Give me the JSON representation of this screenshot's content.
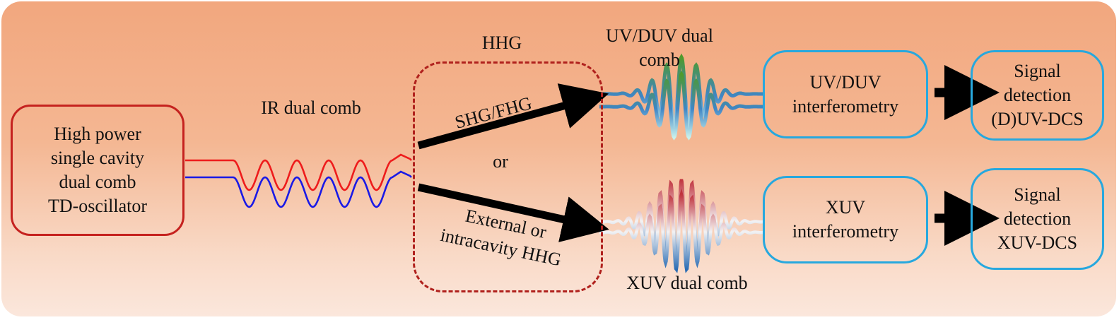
{
  "colors": {
    "background_top": "#f2a77e",
    "background_bottom": "#fbe7dc",
    "oscillator_border": "#c5221f",
    "hhg_border": "#b0211d",
    "detection_border": "#27a8de",
    "ir_comb_red": "#ee1c1c",
    "ir_comb_blue": "#1a1ae6",
    "uv_comb_green": "#4d8a2e",
    "uv_comb_blue": "#3f86c6",
    "xuv_comb_red": "#b8323f",
    "xuv_comb_blue": "#2f6fb5",
    "arrow": "#000000"
  },
  "source": {
    "label": "High power\nsingle cavity\ndual comb\nTD-oscillator"
  },
  "ir_comb": {
    "label": "IR dual comb"
  },
  "hhg": {
    "title": "HHG",
    "upper_path": "SHG/FHG",
    "separator": "or",
    "lower_path": "External or\nintracavity HHG"
  },
  "uv_comb": {
    "label": "UV/DUV dual\ncomb"
  },
  "xuv_comb": {
    "label": "XUV dual comb"
  },
  "uv_interferometry": {
    "label": "UV/DUV\ninterferometry"
  },
  "xuv_interferometry": {
    "label": "XUV\ninterferometry"
  },
  "uv_detection": {
    "label": "Signal\ndetection\n(D)UV-DCS"
  },
  "xuv_detection": {
    "label": "Signal\ndetection\nXUV-DCS"
  },
  "icons": [
    "arrow-right-icon",
    "wave-icon"
  ]
}
